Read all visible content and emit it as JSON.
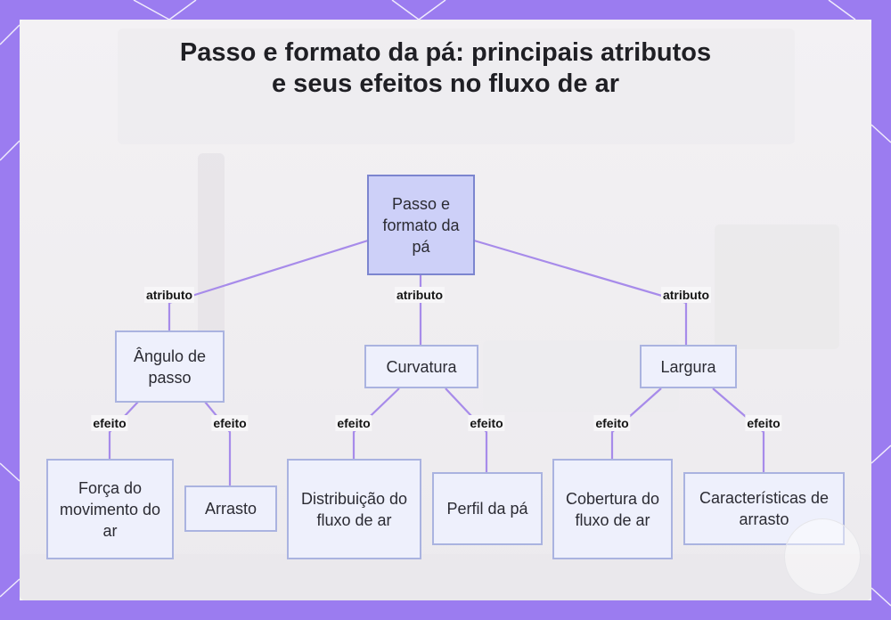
{
  "title": "Passo e formato da pá: principais atributos e seus efeitos no fluxo de ar",
  "nodes": {
    "root": "Passo e formato da pá",
    "angulo": "Ângulo de passo",
    "curvatura": "Curvatura",
    "largura": "Largura",
    "forca": "Força do movimento do ar",
    "arrasto": "Arrasto",
    "distribuicao": "Distribuição do fluxo de ar",
    "perfil": "Perfil da pá",
    "cobertura": "Cobertura do fluxo de ar",
    "caracteristicas": "Características de arrasto"
  },
  "edge_labels": {
    "atributo": "atributo",
    "efeito": "efeito"
  },
  "colors": {
    "frame": "#9b7cf0",
    "edge": "#a78bea",
    "node_fill": "#eef0fc",
    "node_border": "#aab3e0",
    "root_fill": "#cdd0f8",
    "root_border": "#7c85cf"
  }
}
